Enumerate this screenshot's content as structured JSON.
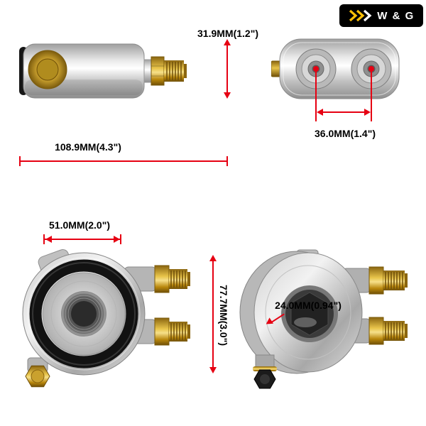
{
  "badge": {
    "brand": "W & G",
    "chevrons_icon": "triple-chevron-right-icon"
  },
  "dimensions": {
    "thickness": "31.9MM(1.2\")",
    "port_spacing": "36.0MM(1.4\")",
    "overall_width": "108.9MM(4.3\")",
    "face_diameter": "51.0MM(2.0\")",
    "body_height": "77.7MM(3.0\")",
    "center_hole_diameter": "24.0MM(0.94\")"
  },
  "views": {
    "side_view": "adapter-side-view",
    "top_view": "adapter-top-view",
    "front_view": "adapter-front-view",
    "angled_view": "adapter-angled-view"
  },
  "colors": {
    "dimension_accent": "#e60012",
    "badge_background": "#000000",
    "chevron_yellow": "#ffc107",
    "brass": "#c9a227"
  }
}
